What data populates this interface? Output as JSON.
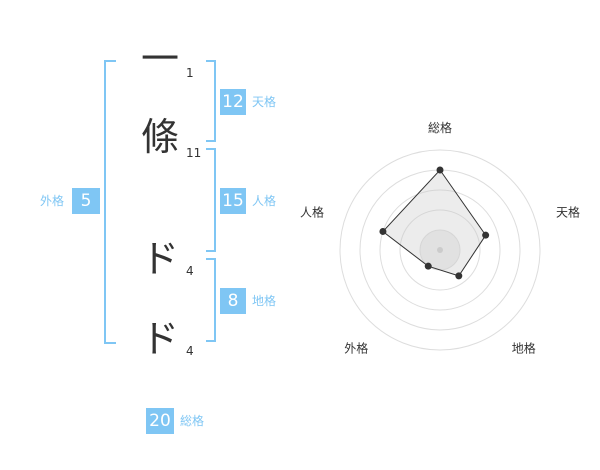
{
  "name": {
    "characters": [
      {
        "char": "一",
        "strokes": "1"
      },
      {
        "char": "條",
        "strokes": "11"
      },
      {
        "char": "ド",
        "strokes": "4"
      },
      {
        "char": "ド",
        "strokes": "4"
      }
    ]
  },
  "kakusu": {
    "tenkaku": {
      "label": "天格",
      "value": "12"
    },
    "jinkaku": {
      "label": "人格",
      "value": "15"
    },
    "chikaku": {
      "label": "地格",
      "value": "8"
    },
    "gaikaku": {
      "label": "外格",
      "value": "5"
    },
    "soukaku": {
      "label": "総格",
      "value": "20"
    }
  },
  "colors": {
    "accent": "#7fc6f4",
    "text": "#333333"
  },
  "chart_data": {
    "type": "radar",
    "axes": [
      "総格",
      "天格",
      "地格",
      "外格",
      "人格"
    ],
    "values": [
      20,
      12,
      8,
      5,
      15
    ],
    "rings": 5,
    "grid": true
  }
}
